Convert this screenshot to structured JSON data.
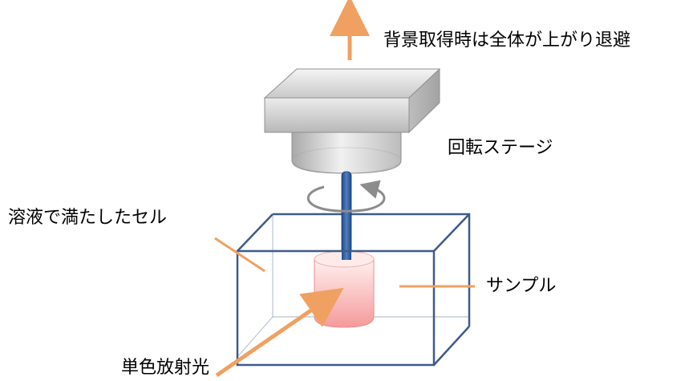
{
  "labels": {
    "retract_note": "背景取得時は全体が上がり退避",
    "rotation_stage": "回転ステージ",
    "solution_cell": "溶液で満たしたセル",
    "sample": "サンプル",
    "monochromatic_light": "単色放射光"
  },
  "colors": {
    "arrow": "#f0a060",
    "cell_outline": "#3f5a8a",
    "rod": "#2f5d9e",
    "stage": "#cfcfcf",
    "sample": "#f8b0b0",
    "rotation_arrow": "#8c8c8c"
  }
}
